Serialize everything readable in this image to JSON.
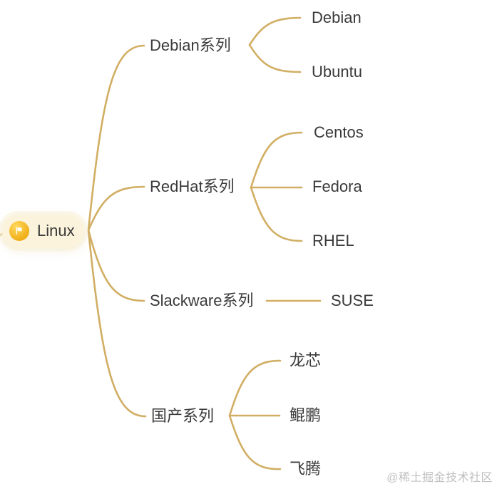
{
  "root": {
    "label": "Linux",
    "icon": "flag-icon"
  },
  "branches": [
    {
      "label": "Debian系列",
      "children": [
        "Debian",
        "Ubuntu"
      ]
    },
    {
      "label": "RedHat系列",
      "children": [
        "Centos",
        "Fedora",
        "RHEL"
      ]
    },
    {
      "label": "Slackware系列",
      "children": [
        "SUSE"
      ]
    },
    {
      "label": "国产系列",
      "children": [
        "龙芯",
        "鲲鹏",
        "飞腾"
      ]
    }
  ],
  "watermark": "@稀土掘金技术社区",
  "colors": {
    "branch": "#D1AE63",
    "text": "#3A3A3A",
    "root_bg": "#FBF3DB",
    "icon_bg": "#EFAC15",
    "icon_hi": "#FFD95E",
    "watermark": "#BFBFBF",
    "canvas": "#FFFFFF"
  }
}
